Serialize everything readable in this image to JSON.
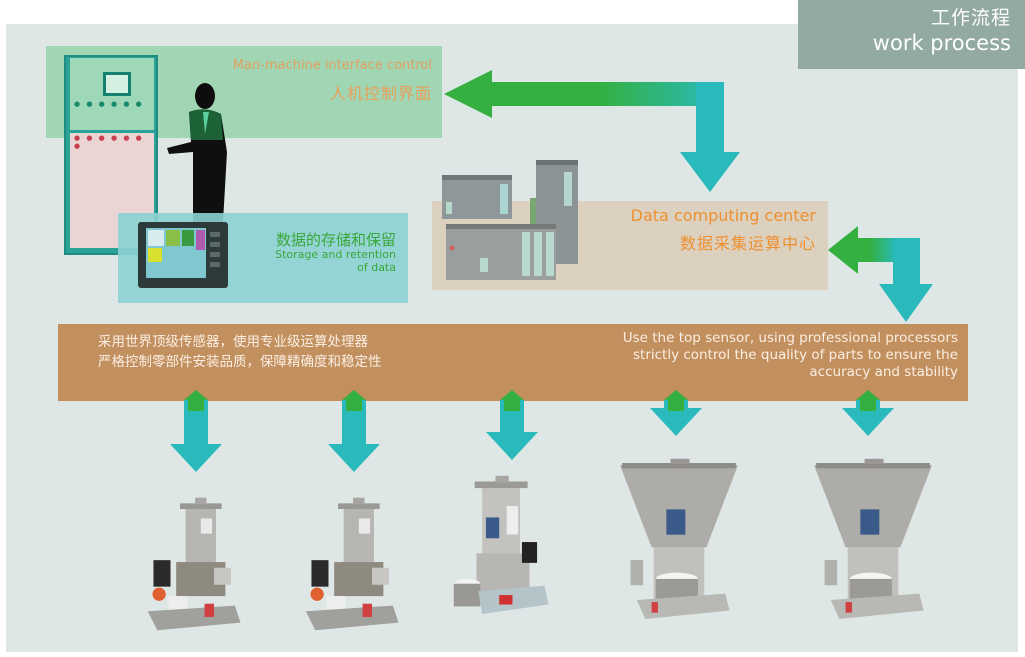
{
  "header": {
    "title_zh": "工作流程",
    "title_en": "work process",
    "background_color": "#93a9a3"
  },
  "nodes": {
    "hmi": {
      "label_en": "Man-machine interface control",
      "label_zh": "人机控制界面",
      "band_color": "#96d2aa",
      "text_color": "#e8a05a"
    },
    "storage": {
      "label_zh": "数据的存储和保留",
      "label_en_line1": "Storage and retention",
      "label_en_line2": "of data",
      "band_color": "#8cd2d2",
      "text_color": "#3aa83a"
    },
    "data_center": {
      "label_en": "Data computing center",
      "label_zh": "数据采集运算中心",
      "band_color": "#dccdb9",
      "text_color": "#ee9030"
    }
  },
  "banner": {
    "zh_line1": "采用世界顶级传感器，使用专业级运算处理器",
    "zh_line2": "严格控制零部件安装品质，保障精确度和稳定性",
    "en_line1": "Use the top sensor, using professional processors",
    "en_line2": "strictly control the quality of parts to ensure the",
    "en_line3": "accuracy and stability",
    "color": "#c28f5e"
  },
  "arrow_colors": {
    "green": "#33b040",
    "teal": "#2bbabc"
  },
  "machines": [
    {
      "type": "compact-feeder"
    },
    {
      "type": "compact-feeder"
    },
    {
      "type": "column-feeder"
    },
    {
      "type": "hopper-feeder"
    },
    {
      "type": "hopper-feeder"
    }
  ]
}
